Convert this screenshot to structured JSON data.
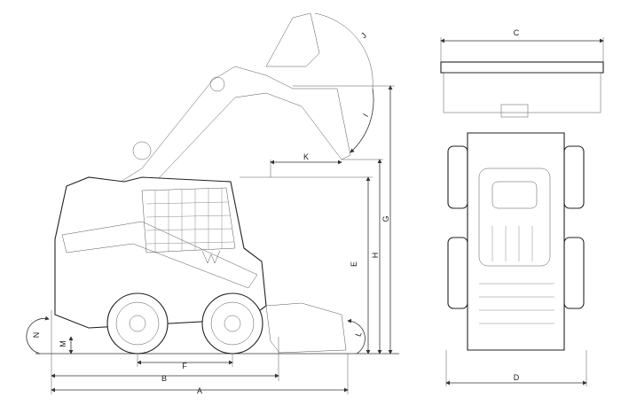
{
  "title": "Skid steer loader dimension drawing",
  "dimensions": {
    "A": "A",
    "B": "B",
    "C": "C",
    "D": "D",
    "E": "E",
    "F": "F",
    "G": "G",
    "H": "H",
    "I": "I",
    "J": "J",
    "K": "K",
    "L": "L",
    "M": "M",
    "N": "N"
  },
  "colors": {
    "line": "#222222",
    "background": "#ffffff"
  }
}
